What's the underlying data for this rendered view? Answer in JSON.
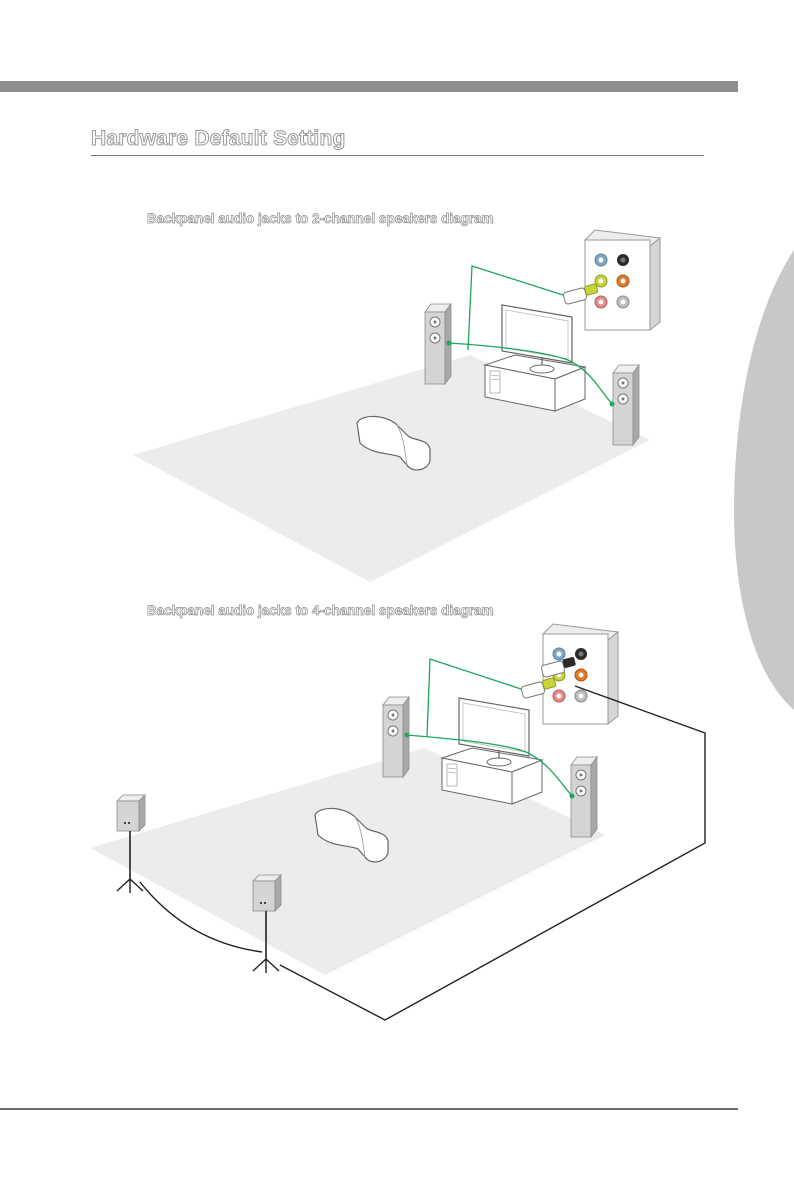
{
  "page": {
    "section_title": "Hardware Default Setting",
    "diagram_1_caption": "Backpanel audio jacks to 2-channel speakers diagram",
    "diagram_2_caption": "Backpanel audio jacks to 4-channel speakers diagram"
  },
  "colors": {
    "header_bar": "#8e8e8e",
    "floor": "#ececec",
    "cable_green": "#1fa65a",
    "speaker_face": "#d4d4d4",
    "speaker_side": "#a8a8a8",
    "side_tab": "#c8c8c8",
    "jack_blue": "#7ea7c7",
    "jack_green": "#c7d43a",
    "jack_pink": "#e48a8a",
    "jack_orange": "#e07a2a",
    "jack_black": "#2b2b2b",
    "jack_gray": "#bdbdbd"
  },
  "icons": {
    "diagram_1": [
      "floor-area",
      "audio-jack-panel",
      "front-left-speaker",
      "front-right-speaker",
      "tv-monitor",
      "tv-cabinet",
      "sofa"
    ],
    "diagram_2": [
      "floor-area",
      "audio-jack-panel",
      "front-left-speaker",
      "front-right-speaker",
      "tv-monitor",
      "tv-cabinet",
      "sofa",
      "rear-left-speaker-on-stand",
      "rear-right-speaker-on-stand"
    ]
  }
}
